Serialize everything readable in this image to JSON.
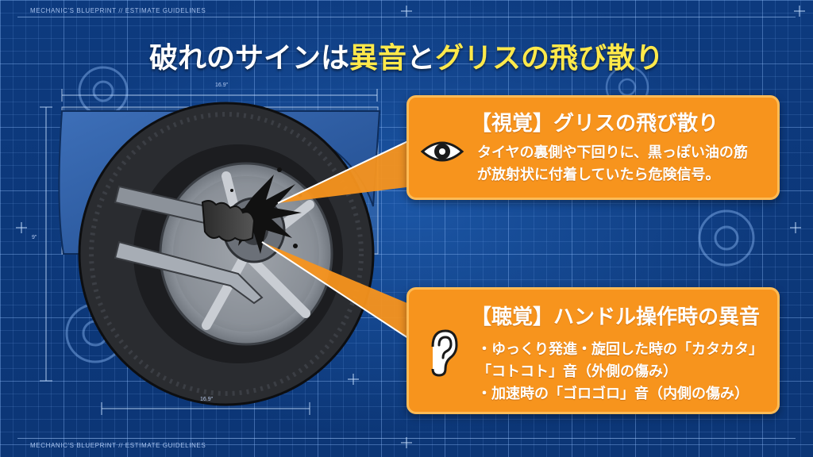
{
  "header": {
    "tag": "MECHANIC'S BLUEPRINT // ESTIMATE GUIDELINES"
  },
  "footer": {
    "tag": "MECHANIC'S BLUEPRINT // ESTIMATE GUIDELINES"
  },
  "title": {
    "part1": "破れのサインは",
    "part2": "異音",
    "part3": "と",
    "part4": "グリスの飛び散り"
  },
  "dimensions": {
    "top": "16.9\"",
    "bottom": "16.9\"",
    "side": "9\""
  },
  "callouts": {
    "visual": {
      "heading": "【視覚】グリスの飛び散り",
      "lines": [
        "タイヤの裏側や下回りに、黒っぽい油の筋",
        "が放射状に付着していたら危険信号。"
      ],
      "icon": "eye-icon"
    },
    "auditory": {
      "heading": "【聴覚】ハンドル操作時の異音",
      "lines": [
        "・ゆっくり発進・旋回した時の「カタカタ」",
        "「コトコト」音（外側の傷み）",
        "・加速時の「ゴロゴロ」音（内側の傷み）"
      ],
      "icon": "ear-icon"
    }
  },
  "colors": {
    "background": "#0f3f86",
    "accent_orange": "#f7941d",
    "title_highlight": "#ffe94a",
    "tire": "#2a2c30",
    "grease": "#111111"
  }
}
